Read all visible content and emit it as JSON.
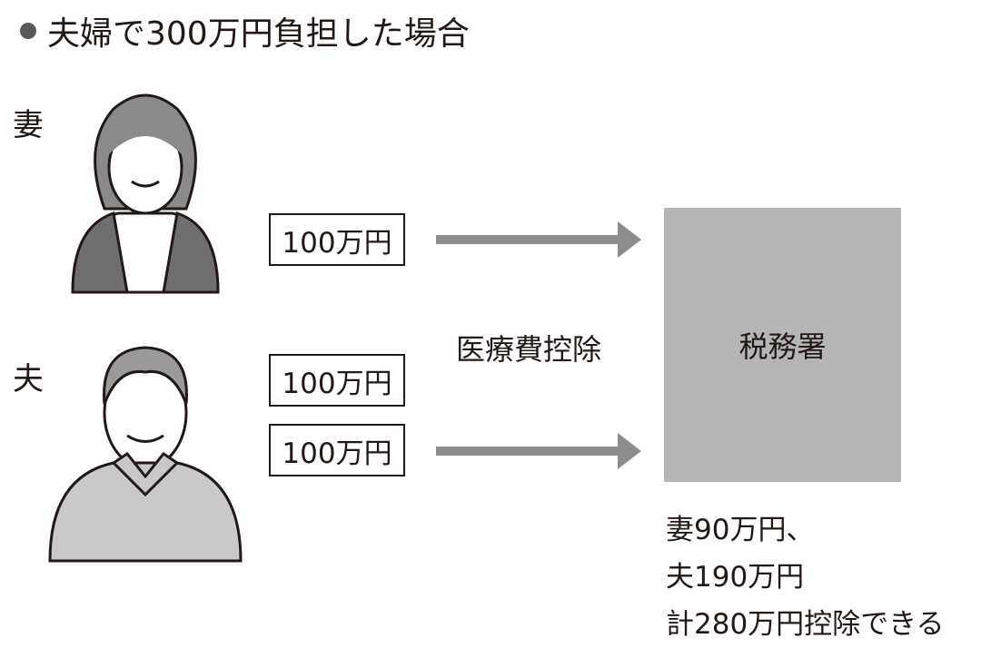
{
  "title": "夫婦で300万円負担した場合",
  "wife": {
    "label": "妻",
    "amount": "100万円"
  },
  "husband": {
    "label": "夫",
    "amounts": [
      "100万円",
      "100万円"
    ]
  },
  "middle_label": "医療費控除",
  "office_label": "税務署",
  "result_lines": [
    "妻90万円、",
    "夫190万円",
    "計280万円控除できる"
  ],
  "colors": {
    "arrow": "#8c8c8c",
    "office": "#b5b5b6",
    "bullet": "#595757"
  }
}
